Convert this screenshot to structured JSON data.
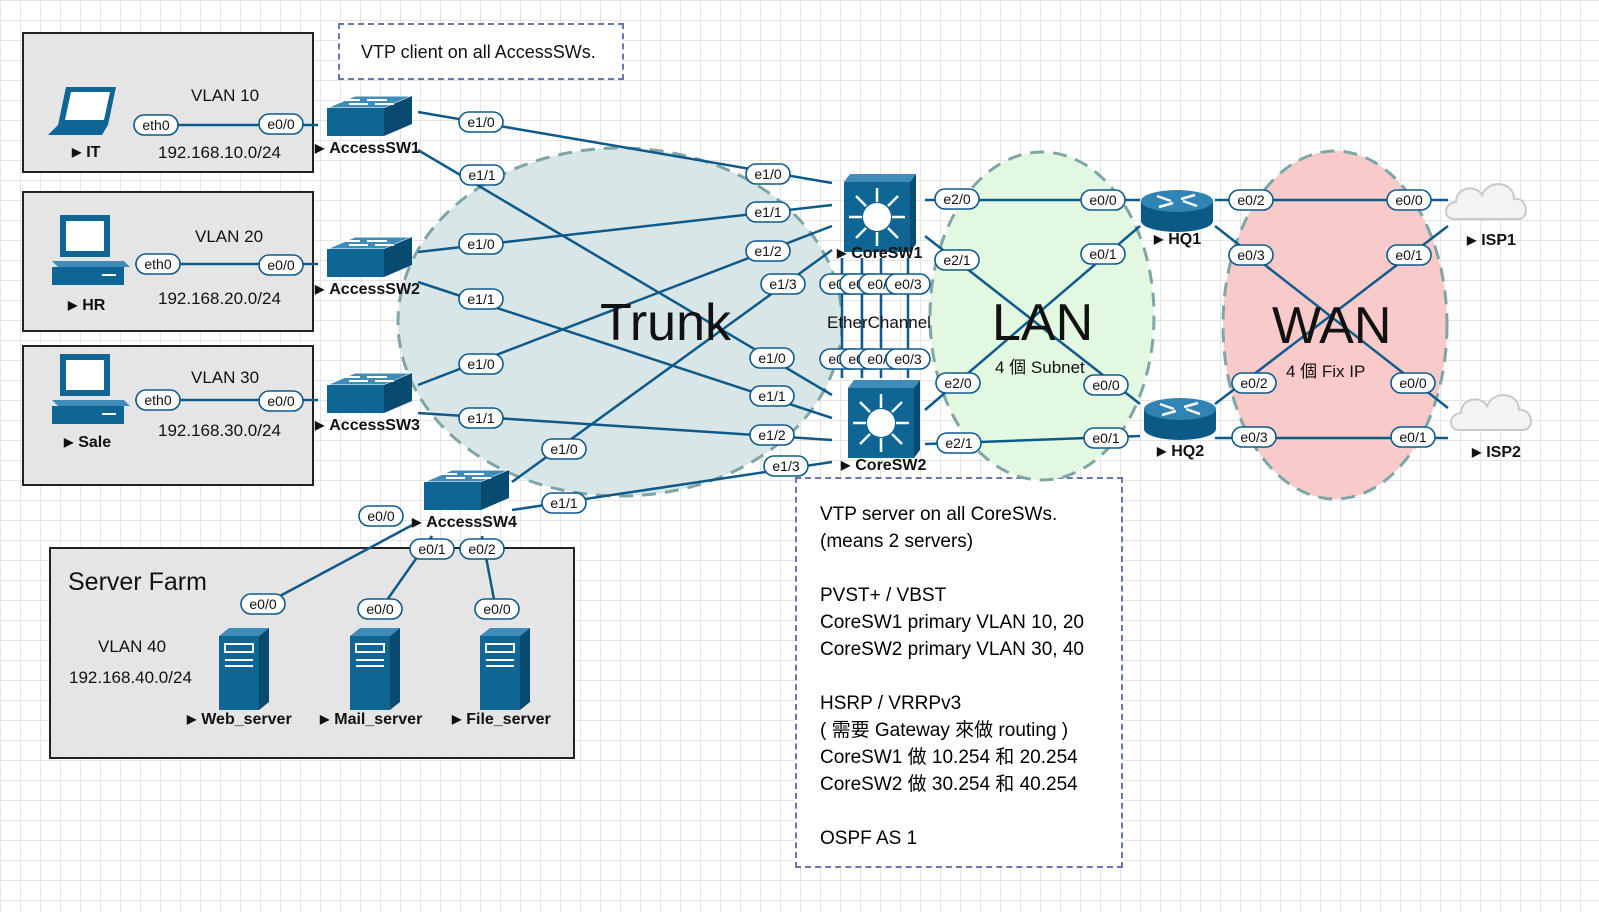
{
  "zones": {
    "it": {
      "vlan": "VLAN 10",
      "subnet": "192.168.10.0/24"
    },
    "hr": {
      "vlan": "VLAN 20",
      "subnet": "192.168.20.0/24"
    },
    "sale": {
      "vlan": "VLAN 30",
      "subnet": "192.168.30.0/24"
    },
    "server_farm": {
      "title": "Server Farm",
      "vlan": "VLAN 40",
      "subnet": "192.168.40.0/24"
    }
  },
  "notes": {
    "vtp_client": "VTP client on all AccessSWs.",
    "core_lines": [
      "VTP server on all CoreSWs.",
      "(means 2 servers)",
      "",
      "PVST+ / VBST",
      "CoreSW1 primary VLAN 10, 20",
      "CoreSW2 primary VLAN 30, 40",
      "",
      "HSRP / VRRPv3",
      "( 需要 Gateway 來做 routing )",
      "CoreSW1 做 10.254 和 20.254",
      "CoreSW2 做 30.254 和 40.254",
      "",
      "OSPF AS 1"
    ]
  },
  "areas": {
    "trunk": "Trunk",
    "etherchannel": "EtherChannel",
    "lan": "LAN",
    "lan_sub": "4 個 Subnet",
    "wan": "WAN",
    "wan_sub": "4 個 Fix IP"
  },
  "devices": {
    "it": "IT",
    "hr": "HR",
    "sale": "Sale",
    "access1": "AccessSW1",
    "access2": "AccessSW2",
    "access3": "AccessSW3",
    "access4": "AccessSW4",
    "core1": "CoreSW1",
    "core2": "CoreSW2",
    "hq1": "HQ1",
    "hq2": "HQ2",
    "isp1": "ISP1",
    "isp2": "ISP2",
    "web": "Web_server",
    "mail": "Mail_server",
    "file": "File_server"
  },
  "icons": {
    "laptop": "laptop-icon",
    "workstation": "workstation-icon",
    "l2switch": "switch-icon",
    "l3switch": "layer3-switch-icon",
    "router": "router-icon",
    "cloud": "cloud-icon",
    "server": "server-icon"
  },
  "colors": {
    "link": "#0e5a8a",
    "device": "#0f6593",
    "trunk_fill": "#d9e6e8",
    "lan_fill": "#e3f8e1",
    "wan_fill": "#f8caca",
    "area_border": "#7fa6a6",
    "zone_fill": "#e5e5e5",
    "note_border": "#6a76b3"
  },
  "links": [
    {
      "a": "it",
      "ai": "eth0",
      "b": "access1",
      "bi": "e0/0"
    },
    {
      "a": "hr",
      "ai": "eth0",
      "b": "access2",
      "bi": "e0/0"
    },
    {
      "a": "sale",
      "ai": "eth0",
      "b": "access3",
      "bi": "e0/0"
    },
    {
      "a": "access1",
      "ai": "e1/0",
      "b": "core1",
      "bi": "e1/0"
    },
    {
      "a": "access1",
      "ai": "e1/1",
      "b": "core2",
      "bi": "e1/0"
    },
    {
      "a": "access2",
      "ai": "e1/0",
      "b": "core1",
      "bi": "e1/1"
    },
    {
      "a": "access2",
      "ai": "e1/1",
      "b": "core2",
      "bi": "e1/1"
    },
    {
      "a": "access3",
      "ai": "e1/0",
      "b": "core1",
      "bi": "e1/2"
    },
    {
      "a": "access3",
      "ai": "e1/1",
      "b": "core2",
      "bi": "e1/2"
    },
    {
      "a": "access4",
      "ai": "e1/0",
      "b": "core1",
      "bi": "e1/3"
    },
    {
      "a": "access4",
      "ai": "e1/1",
      "b": "core2",
      "bi": "e1/3"
    },
    {
      "a": "core1",
      "ai": "e0/0",
      "b": "core2",
      "bi": "e0/0"
    },
    {
      "a": "core1",
      "ai": "e0/1",
      "b": "core2",
      "bi": "e0/1"
    },
    {
      "a": "core1",
      "ai": "e0/2",
      "b": "core2",
      "bi": "e0/2"
    },
    {
      "a": "core1",
      "ai": "e0/3",
      "b": "core2",
      "bi": "e0/3"
    },
    {
      "a": "core1",
      "ai": "e2/0",
      "b": "hq1",
      "bi": "e0/0"
    },
    {
      "a": "core1",
      "ai": "e2/1",
      "b": "hq2",
      "bi": "e0/0"
    },
    {
      "a": "core2",
      "ai": "e2/0",
      "b": "hq1",
      "bi": "e0/1"
    },
    {
      "a": "core2",
      "ai": "e2/1",
      "b": "hq2",
      "bi": "e0/1"
    },
    {
      "a": "hq1",
      "ai": "e0/2",
      "b": "isp1",
      "bi": "e0/0"
    },
    {
      "a": "hq1",
      "ai": "e0/3",
      "b": "isp2",
      "bi": "e0/0"
    },
    {
      "a": "hq2",
      "ai": "e0/2",
      "b": "isp1",
      "bi": "e0/1"
    },
    {
      "a": "hq2",
      "ai": "e0/3",
      "b": "isp2",
      "bi": "e0/1"
    },
    {
      "a": "access4",
      "ai": "e0/0",
      "b": "web",
      "bi": "e0/0"
    },
    {
      "a": "access4",
      "ai": "e0/1",
      "b": "mail",
      "bi": "e0/0"
    },
    {
      "a": "access4",
      "ai": "e0/2",
      "b": "file",
      "bi": "e0/0"
    }
  ]
}
